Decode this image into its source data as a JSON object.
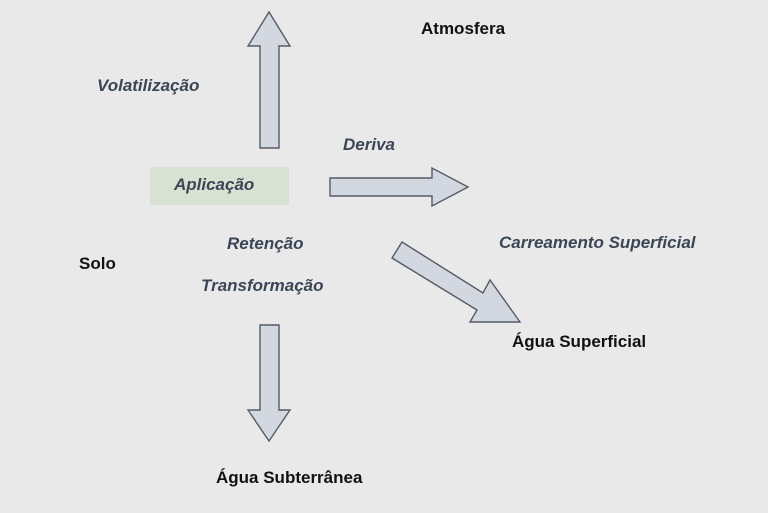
{
  "labels": {
    "atmosfera": "Atmosfera",
    "volatilizacao": "Volatilização",
    "deriva": "Deriva",
    "aplicacao": "Aplicação",
    "retencao": "Retenção",
    "transformacao": "Transformação",
    "solo": "Solo",
    "carreamento": "Carreamento Superficial",
    "agua_superficial": "Água Superficial",
    "agua_subterranea": "Água Subterrânea"
  },
  "colors": {
    "background": "#e9e9e9",
    "arrow_fill": "#d3d7e0",
    "arrow_stroke": "#555b66",
    "aplicacao_box": "#d9e1d2",
    "process_text": "#3c4656",
    "compartment_text": "#111111"
  }
}
